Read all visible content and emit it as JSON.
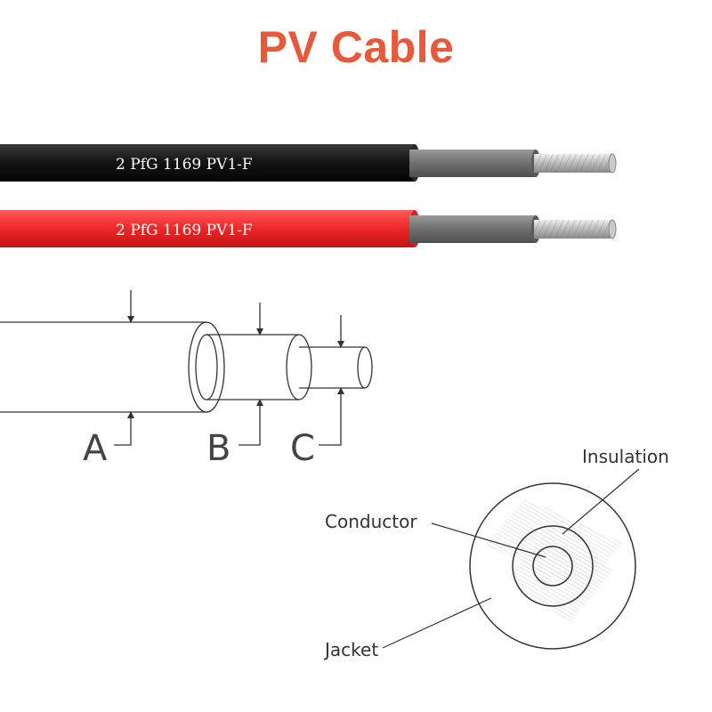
{
  "title": "PV Cable",
  "cables": [
    {
      "print": "2 PfG 1169 PV1-F",
      "color": "#1a1a1a"
    },
    {
      "print": "2 PfG 1169 PV1-F",
      "color": "#ea2a2a"
    }
  ],
  "layers": [
    "A",
    "B",
    "C"
  ],
  "cross_section": {
    "insulation": "Insulation",
    "conductor": "Conductor",
    "jacket": "Jacket"
  }
}
